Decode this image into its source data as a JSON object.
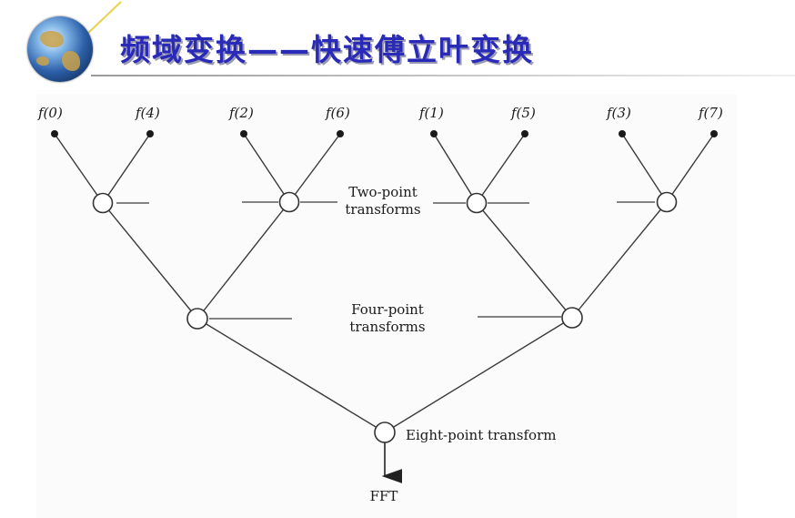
{
  "header": {
    "title": "频域变换——快速傅立叶变换"
  },
  "diagram": {
    "inputs": [
      "f(0)",
      "f(4)",
      "f(2)",
      "f(6)",
      "f(1)",
      "f(5)",
      "f(3)",
      "f(7)"
    ],
    "stage_labels": {
      "two_point_line1": "Two-point",
      "two_point_line2": "transforms",
      "four_point_line1": "Four-point",
      "four_point_line2": "transforms",
      "eight_point": "Eight-point transform"
    },
    "output_label": "FFT"
  },
  "colors": {
    "title": "#2a2ab8",
    "lines": "#3a3a3a"
  }
}
